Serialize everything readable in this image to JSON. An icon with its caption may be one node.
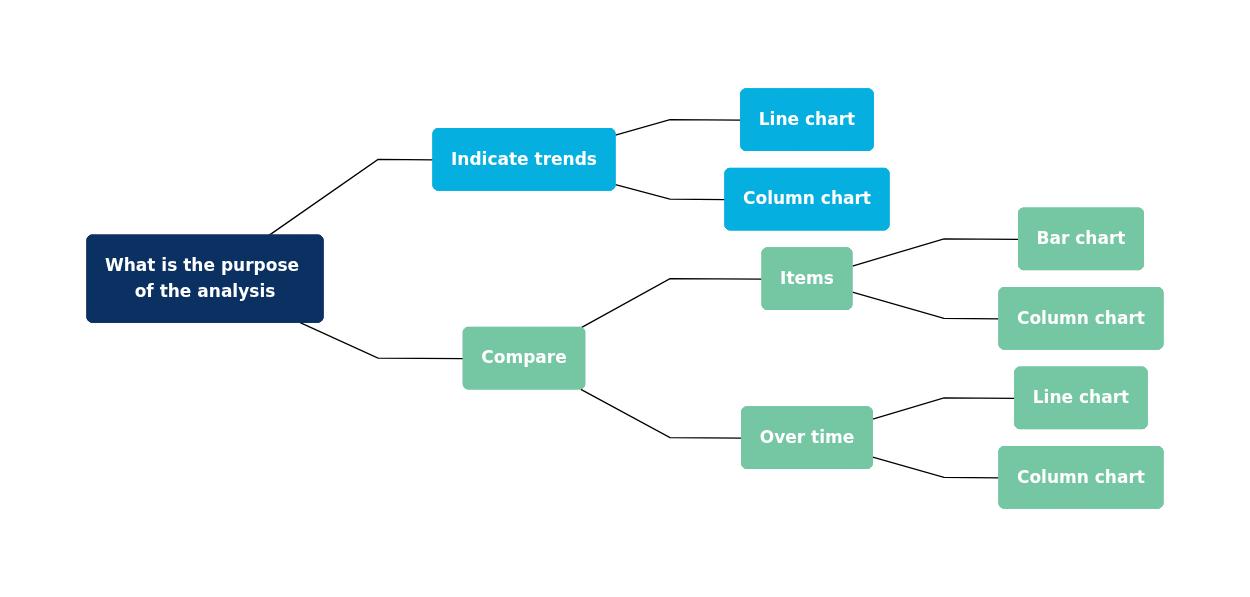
{
  "diagram": {
    "nodes": [
      {
        "text": [
          "What is the purpose of the analysis"
        ]
      },
      {
        "text": [
          "Indicate trends"
        ]
      },
      {
        "text": [
          "Line chart"
        ]
      },
      {
        "text": [
          "Column chart"
        ]
      },
      {
        "text": [
          "Compare"
        ]
      },
      {
        "text": [
          "Items"
        ]
      },
      {
        "text": [
          "Bar chart"
        ]
      },
      {
        "text": [
          "Column chart"
        ]
      },
      {
        "text": [
          "Over time"
        ]
      },
      {
        "text": [
          "Line chart"
        ]
      },
      {
        "text": [
          "Column chart"
        ]
      }
    ],
    "edges": [
      {
        "from": 0,
        "to": 1,
        "arrow": "none"
      },
      {
        "from": 0,
        "to": 4,
        "arrow": "none"
      },
      {
        "from": 1,
        "to": 2,
        "arrow": "none"
      },
      {
        "from": 1,
        "to": 3,
        "arrow": "none"
      },
      {
        "from": 4,
        "to": 5,
        "arrow": "none"
      },
      {
        "from": 4,
        "to": 8,
        "arrow": "none"
      },
      {
        "from": 5,
        "to": 6,
        "arrow": "none"
      },
      {
        "from": 5,
        "to": 7,
        "arrow": "none"
      },
      {
        "from": 8,
        "to": 9,
        "arrow": "none"
      },
      {
        "from": 8,
        "to": 10,
        "arrow": "none"
      }
    ]
  }
}
